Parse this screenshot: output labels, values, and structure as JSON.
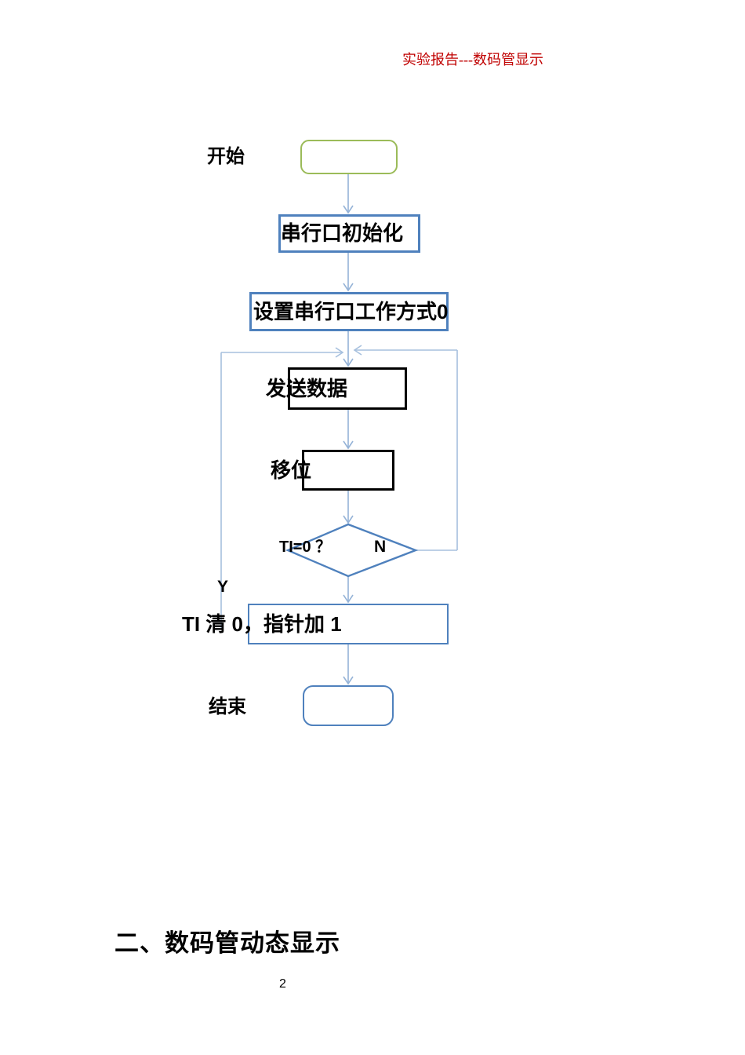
{
  "header": {
    "title": "实验报告---数码管显示"
  },
  "flowchart": {
    "start_label": "开始",
    "end_label": "结束",
    "yes_label": "Y",
    "no_label": "N",
    "boxes": {
      "init": "串行口初始化",
      "set_mode": "设置串行口工作方式0",
      "send_data": "发送数据",
      "shift": "移位",
      "decision": "TI=0 ？",
      "clear_pointer": "TI 清 0，指针加 1"
    },
    "colors": {
      "start_border": "#9bbb59",
      "process_border": "#4f81bd",
      "plain_border": "#000000",
      "connector": "#95b3d7",
      "header_text": "#c00000"
    }
  },
  "section_heading": "二、数码管动态显示",
  "page_number": "2"
}
